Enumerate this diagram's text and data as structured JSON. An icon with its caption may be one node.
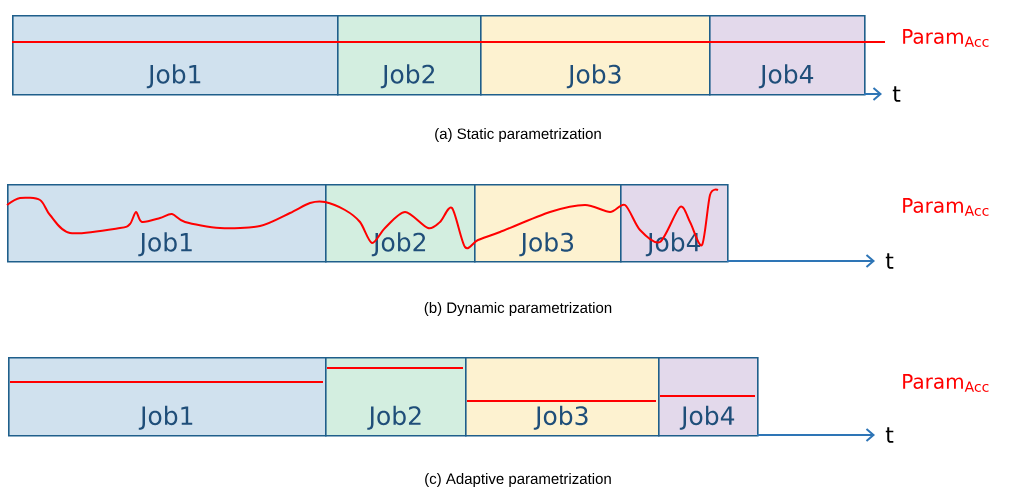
{
  "diagram": {
    "nodes": [
      {
        "text": [
          "Job1"
        ]
      },
      {
        "text": [
          "Job2"
        ]
      },
      {
        "text": [
          "Job3"
        ]
      },
      {
        "text": [
          "Job4"
        ]
      },
      {
        "text": [
          "Job1"
        ]
      },
      {
        "text": [
          "Job2"
        ]
      },
      {
        "text": [
          "Job3"
        ]
      },
      {
        "text": [
          "Job4"
        ]
      },
      {
        "text": [
          "Job1"
        ]
      },
      {
        "text": [
          "Job2"
        ]
      },
      {
        "text": [
          "Job3"
        ]
      },
      {
        "text": [
          "Job4"
        ]
      }
    ],
    "labels": [
      "Param$_{Acc}$",
      "t",
      "(a) Static parametrization",
      "Param$_{Acc}$",
      "t",
      "(b) Dynamic parametrization",
      "Param$_{Acc}$",
      "t",
      "(c) Adaptive parametrization"
    ]
  }
}
